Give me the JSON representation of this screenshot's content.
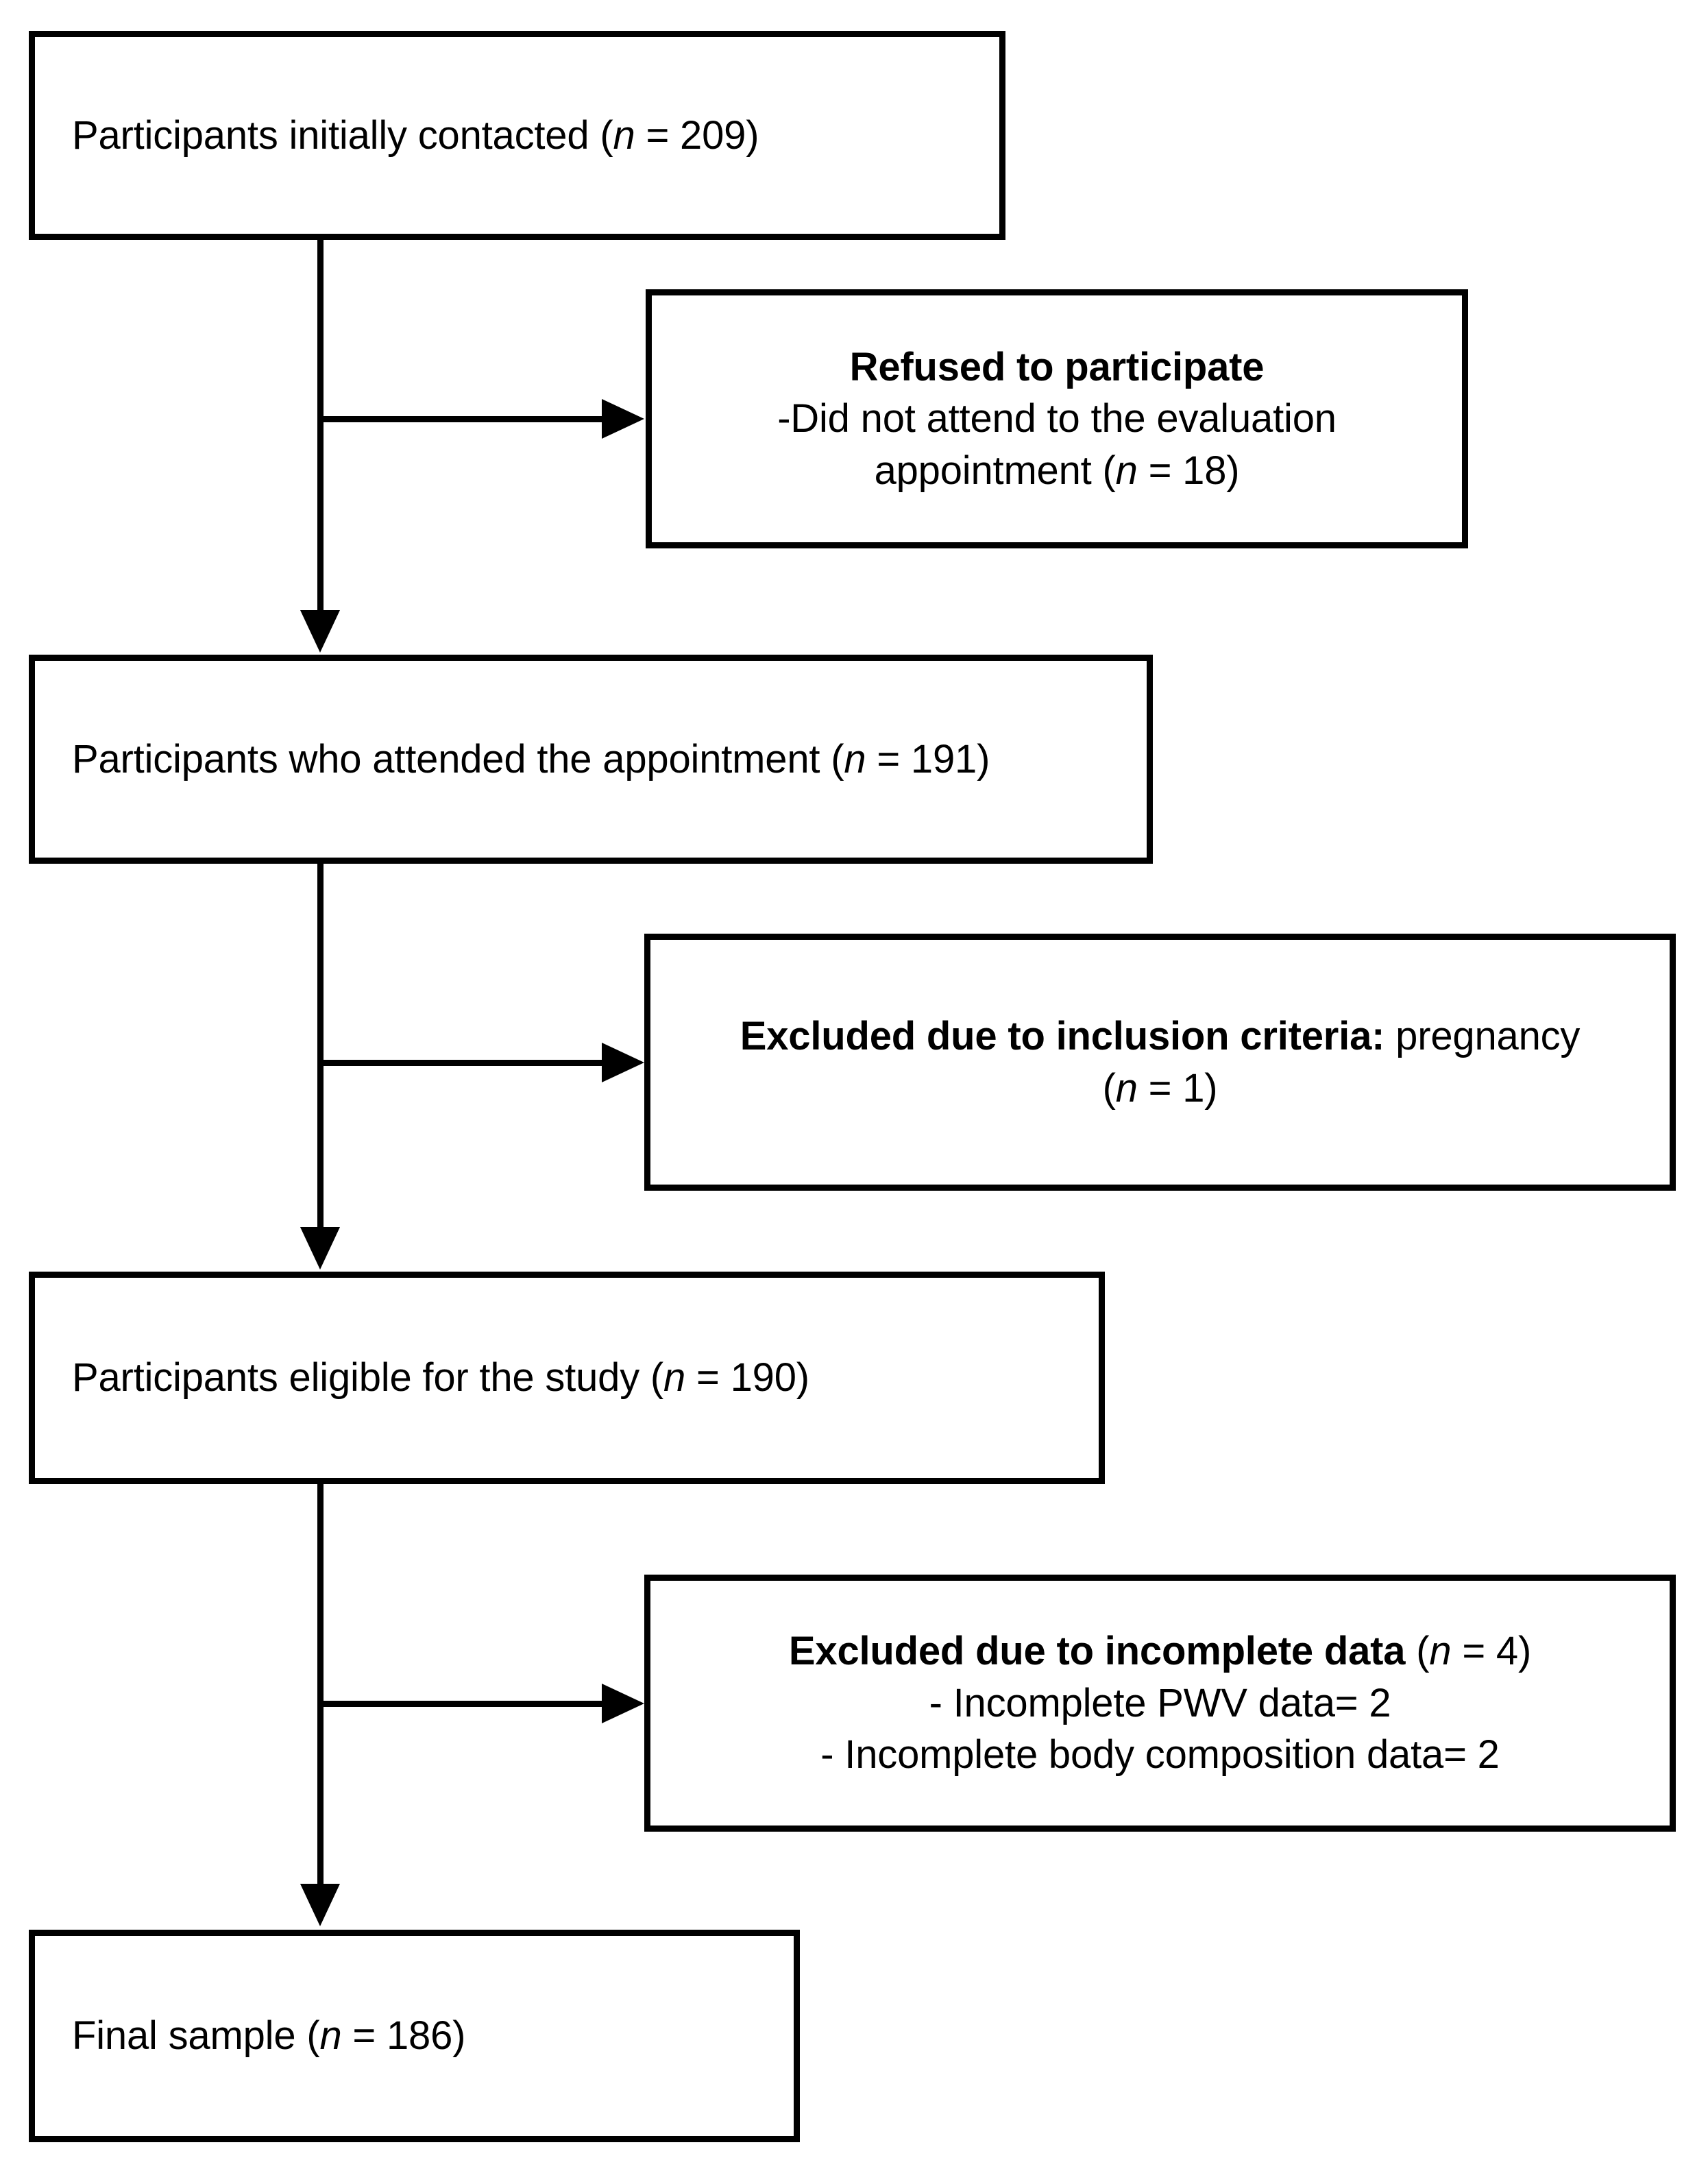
{
  "diagram": {
    "type": "flowchart",
    "orientation": "top-to-bottom",
    "background_color": "#ffffff",
    "stroke_color": "#000000",
    "nodes": [
      {
        "id": "initially-contacted",
        "kind": "main",
        "text": "Participants initially contacted (n = 209)",
        "prefix": "Participants initially contacted (",
        "symbol": "n",
        "suffix": " = 209)",
        "count": 209
      },
      {
        "id": "refused",
        "kind": "side",
        "heading": "Refused to participate",
        "line2": "-Did not attend to the evaluation",
        "line3_prefix": "appointment (",
        "symbol": "n",
        "line3_suffix": " = 18)",
        "count": 18
      },
      {
        "id": "attended-appointment",
        "kind": "main",
        "text": "Participants who attended the appointment (n = 191)",
        "prefix": "Participants who attended the appointment (",
        "symbol": "n",
        "suffix": " = 191)",
        "count": 191
      },
      {
        "id": "excluded-inclusion-criteria",
        "kind": "side",
        "heading": "Excluded due to inclusion criteria:",
        "heading_tail": " pregnancy",
        "line2_prefix": "(",
        "symbol": "n",
        "line2_suffix": " = 1)",
        "count": 1
      },
      {
        "id": "eligible",
        "kind": "main",
        "text": "Participants eligible for the study (n = 190)",
        "prefix": "Participants eligible for the study (",
        "symbol": "n",
        "suffix": " = 190)",
        "count": 190
      },
      {
        "id": "excluded-incomplete-data",
        "kind": "side",
        "heading": "Excluded due to incomplete data",
        "heading_tail_prefix": " (",
        "symbol": "n",
        "heading_tail_suffix": " = 4)",
        "count": 4,
        "line2": "- Incomplete PWV data= 2",
        "line3": "- Incomplete body composition data= 2"
      },
      {
        "id": "final-sample",
        "kind": "main",
        "text": "Final sample (n = 186)",
        "prefix": "Final sample (",
        "symbol": "n",
        "suffix": " = 186)",
        "count": 186
      }
    ],
    "edges": [
      {
        "id": "edge-contacted-to-attended",
        "from": "initially-contacted",
        "to": "attended-appointment",
        "direction": "down"
      },
      {
        "id": "edge-contacted-to-refused",
        "from": "initially-contacted",
        "to": "refused",
        "direction": "right"
      },
      {
        "id": "edge-attended-to-eligible",
        "from": "attended-appointment",
        "to": "eligible",
        "direction": "down"
      },
      {
        "id": "edge-attended-to-excluded-criteria",
        "from": "attended-appointment",
        "to": "excluded-inclusion-criteria",
        "direction": "right"
      },
      {
        "id": "edge-eligible-to-final",
        "from": "eligible",
        "to": "final-sample",
        "direction": "down"
      },
      {
        "id": "edge-eligible-to-excluded-data",
        "from": "eligible",
        "to": "excluded-incomplete-data",
        "direction": "right"
      }
    ]
  }
}
